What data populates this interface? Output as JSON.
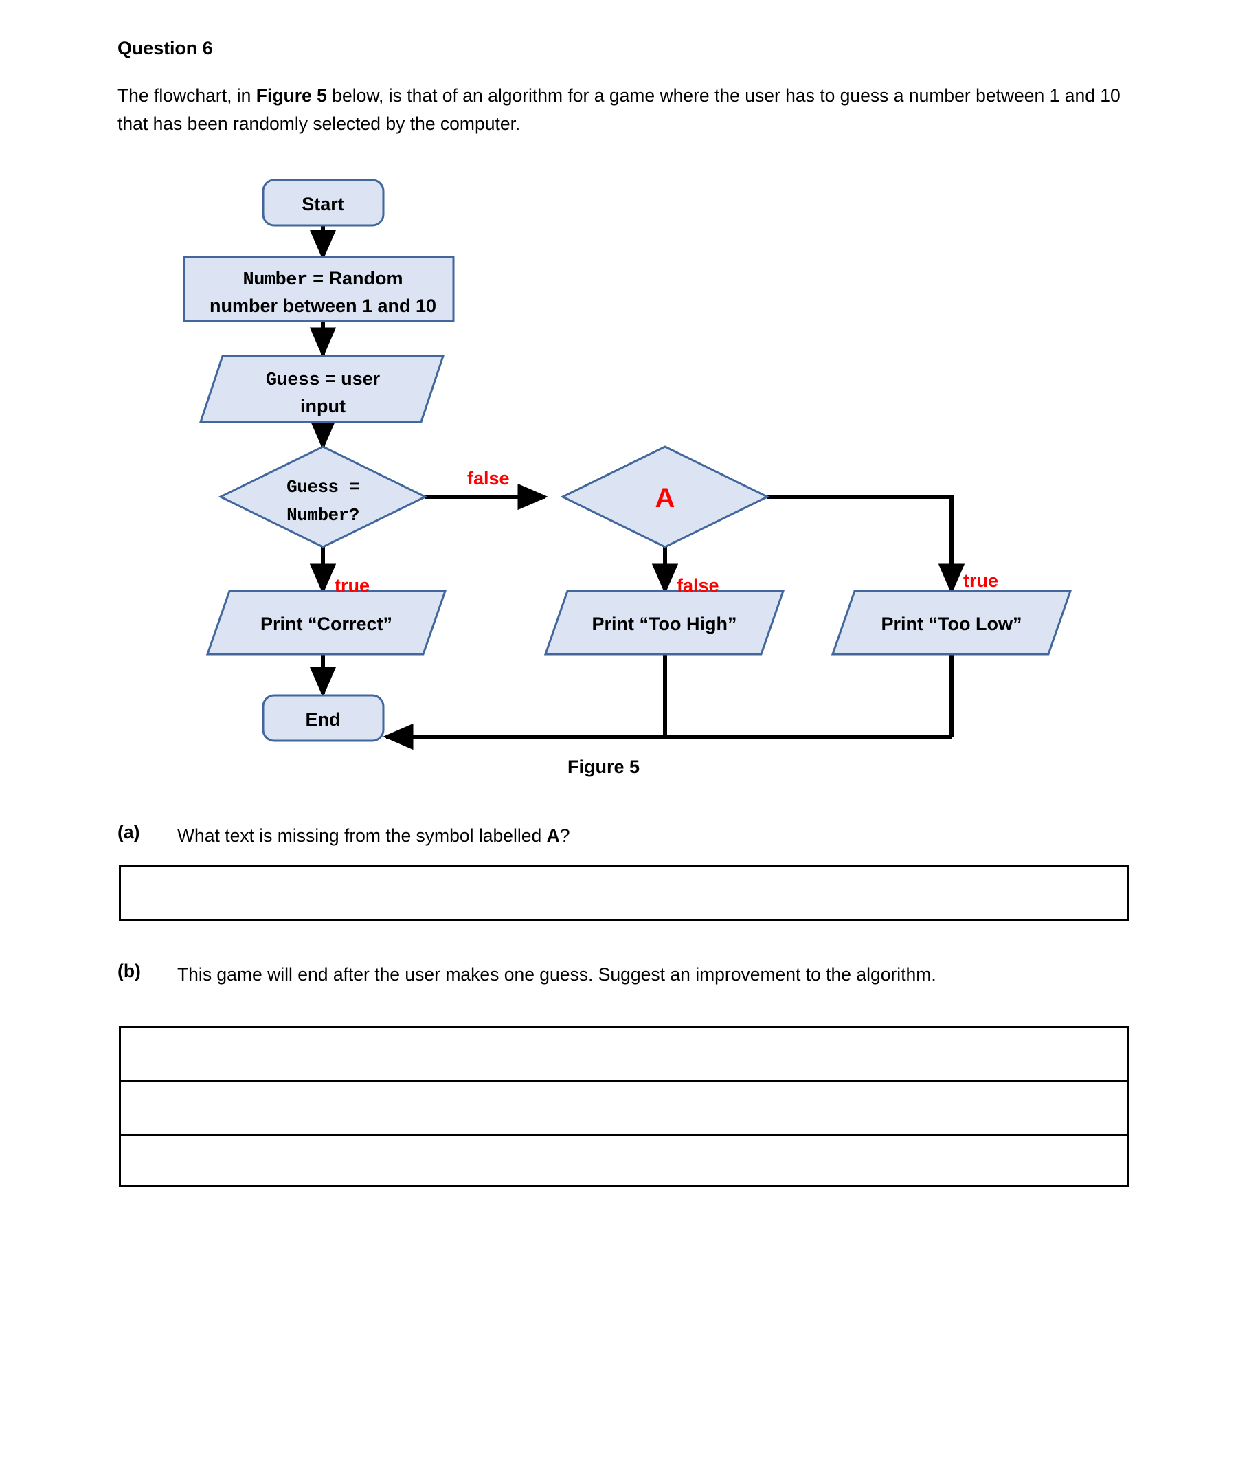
{
  "question": {
    "title": "Question 6",
    "intro_parts": [
      {
        "text": "The flowchart, in ",
        "bold": false
      },
      {
        "text": "Figure 5",
        "bold": true
      },
      {
        "text": " below, is that of an algorithm for a game where the user has to guess a number between 1 and 10 that has been randomly selected by the computer.",
        "bold": false
      }
    ],
    "intro_plain": "The flowchart, in Figure 5 below, is that of an algorithm for a game where the user has to guess a number between 1 and 10 that has been randomly selected by the computer."
  },
  "figure": {
    "caption": "Figure 5",
    "colors": {
      "shape_fill": "#dce3f2",
      "shape_border": "#41679c",
      "connector": "#000000",
      "edge_label": "#ff0000"
    },
    "nodes": {
      "start": {
        "label": "Start",
        "shape": "terminator"
      },
      "random": {
        "line1_mono": "Number",
        "line1_rest": " = Random",
        "line2": "number between 1 and 10",
        "shape": "process"
      },
      "input": {
        "line1_mono": "Guess",
        "line1_rest": " = user",
        "line2": "input",
        "shape": "parallelogram"
      },
      "decision1": {
        "line1": "Guess =",
        "line2": "Number?",
        "shape": "decision"
      },
      "decisionA": {
        "label": "A",
        "shape": "decision"
      },
      "print_correct": {
        "label": "Print “Correct”",
        "shape": "parallelogram"
      },
      "print_too_high": {
        "label": "Print “Too High”",
        "shape": "parallelogram"
      },
      "print_too_low": {
        "label": "Print “Too Low”",
        "shape": "parallelogram"
      },
      "end": {
        "label": "End",
        "shape": "terminator"
      }
    },
    "edge_labels": {
      "d1_false": "false",
      "d1_true": "true",
      "a_false": "false",
      "a_true": "true"
    }
  },
  "parts": {
    "a": {
      "marker": "(a)",
      "text": "What text is missing from the symbol labelled A?",
      "text_pre": "What text is missing from the symbol labelled ",
      "text_bold": "A",
      "text_post": "?",
      "answer_rows": 1
    },
    "b": {
      "marker": "(b)",
      "text": "This game will end after the user makes one guess. Suggest an improvement to the algorithm.",
      "answer_rows": 3
    }
  }
}
